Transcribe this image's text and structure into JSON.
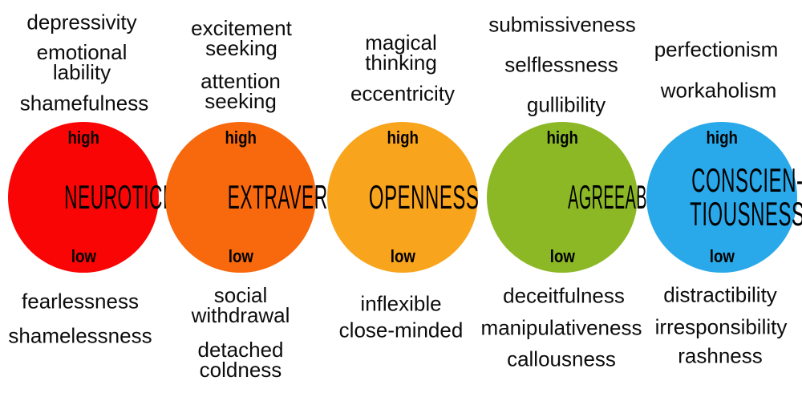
{
  "page": {
    "background": "#ffffff",
    "text_color": "#0d0d0d"
  },
  "traits": [
    {
      "name": "NEUROTICISM",
      "color": "#fa0505",
      "high_label": "high",
      "low_label": "low",
      "high_traits": [
        "depressivity",
        "emotional\nlability",
        "shamefulness"
      ],
      "low_traits": [
        "fearlessness",
        "shamelessness"
      ]
    },
    {
      "name": "EXTRAVERSION",
      "color": "#f8690d",
      "high_label": "high",
      "low_label": "low",
      "high_traits": [
        "excitement\nseeking",
        "attention\nseeking"
      ],
      "low_traits": [
        "social\nwithdrawal",
        "detached\ncoldness"
      ]
    },
    {
      "name": "OPENNESS",
      "color": "#f8a41d",
      "high_label": "high",
      "low_label": "low",
      "high_traits": [
        "magical\nthinking",
        "eccentricity"
      ],
      "low_traits": [
        "inflexible",
        "close-minded"
      ]
    },
    {
      "name": "AGREEABLENESS",
      "color": "#8cb826",
      "high_label": "high",
      "low_label": "low",
      "high_traits": [
        "submissiveness",
        "selflessness",
        "gullibility"
      ],
      "low_traits": [
        "deceitfulness",
        "manipulativeness",
        "callousness"
      ]
    },
    {
      "name": "CONSCIEN-\nTIOUSNESS",
      "color": "#29a9ea",
      "high_label": "high",
      "low_label": "low",
      "high_traits": [
        "perfectionism",
        "workaholism"
      ],
      "low_traits": [
        "distractibility",
        "irresponsibility",
        "rashness"
      ]
    }
  ]
}
